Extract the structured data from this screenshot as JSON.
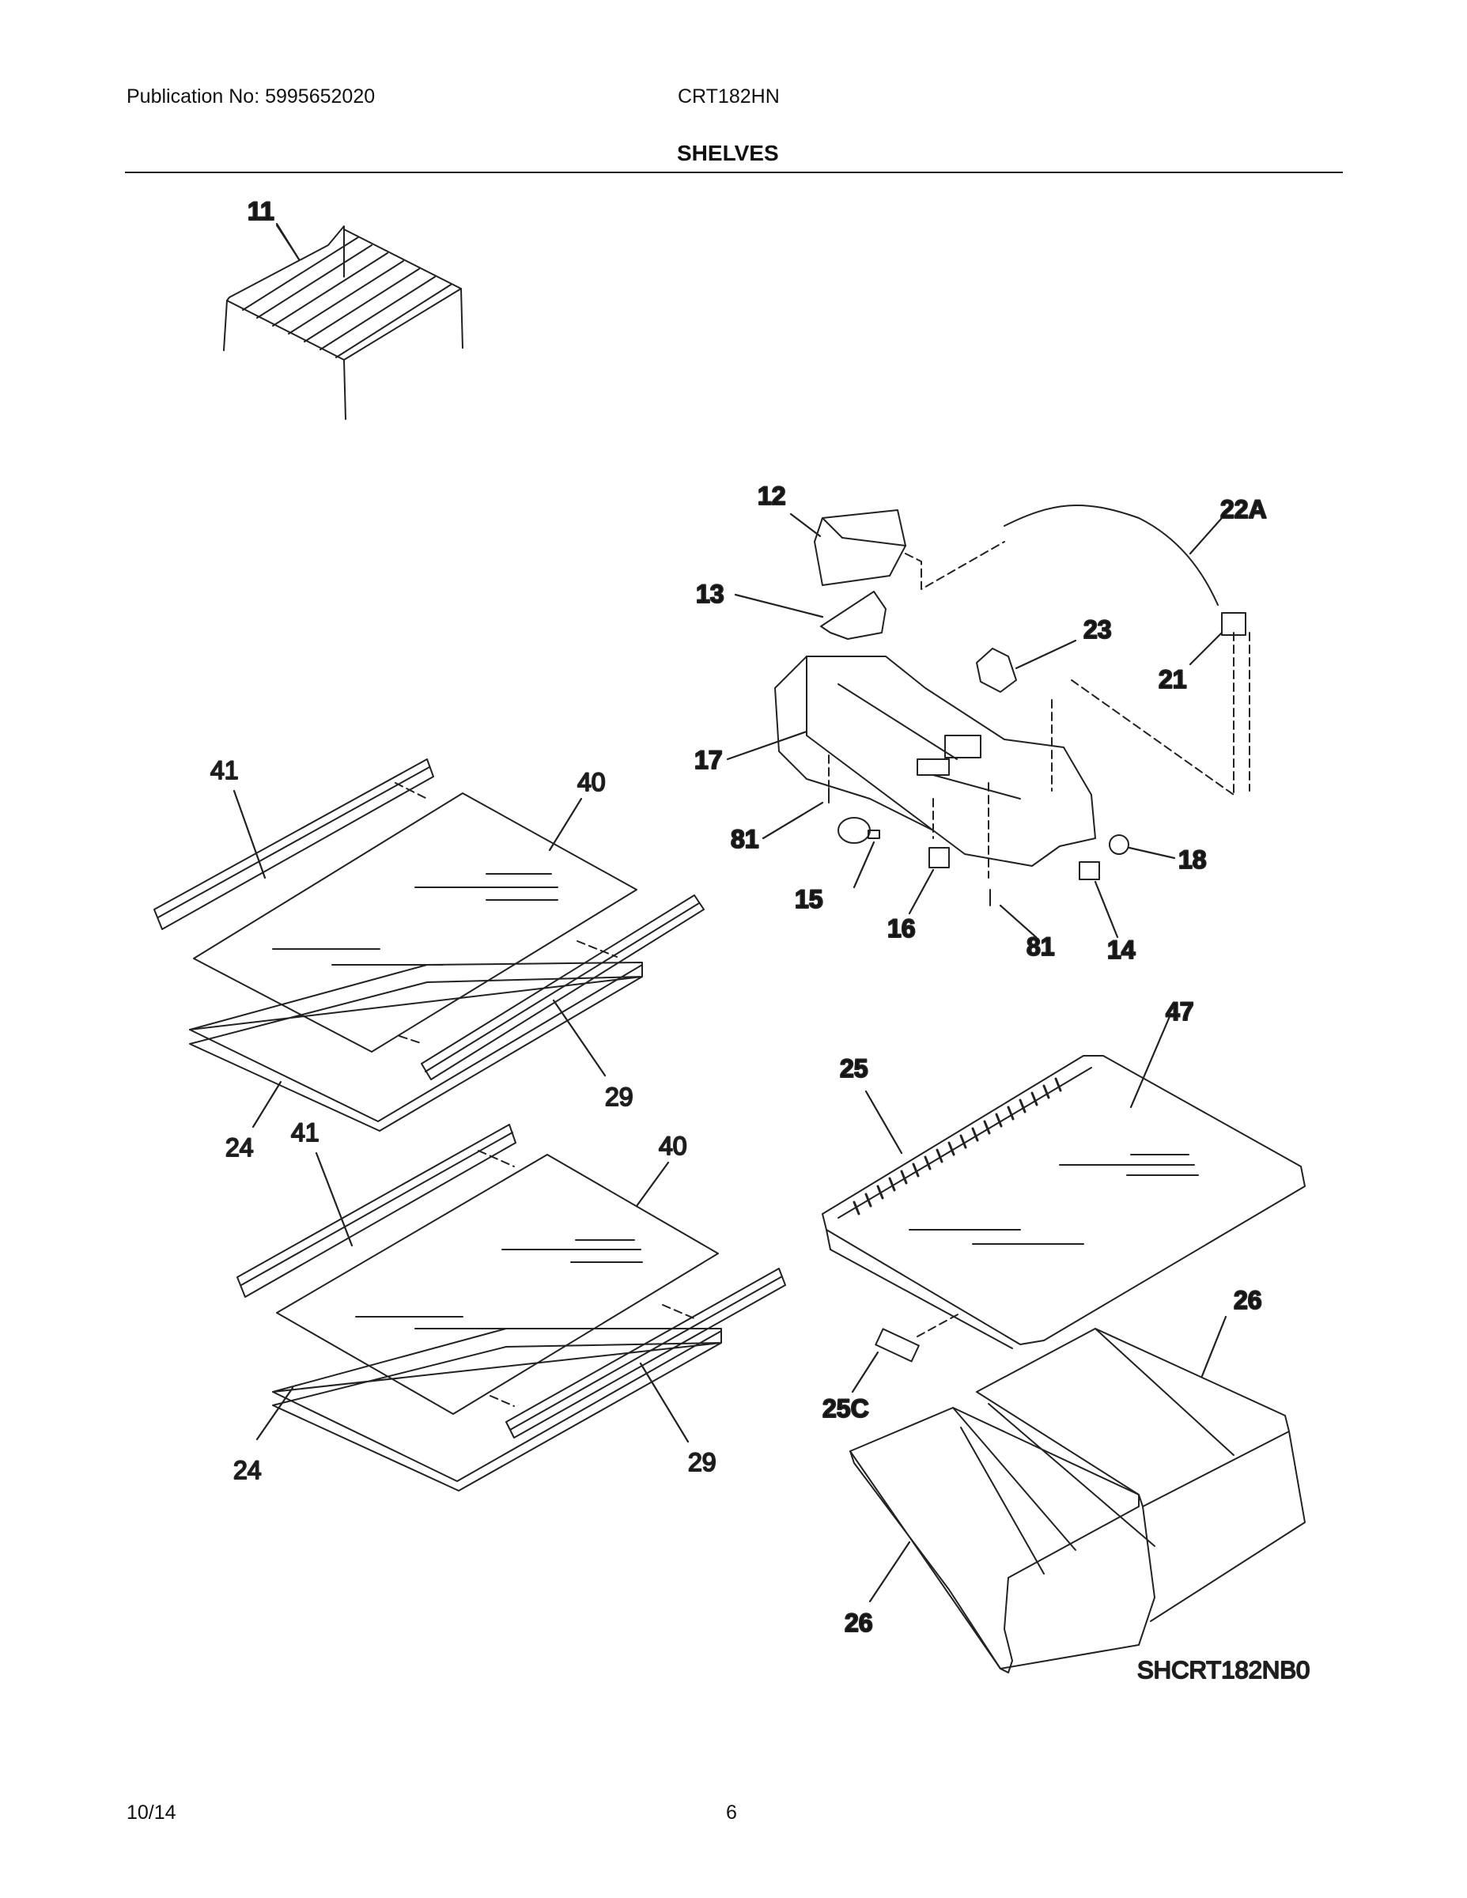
{
  "header": {
    "publication": "Publication No: 5995652020",
    "model": "CRT182HN",
    "section_title": "SHELVES"
  },
  "parts": [
    {
      "id": "p11",
      "label": "11"
    },
    {
      "id": "p12",
      "label": "12"
    },
    {
      "id": "p13",
      "label": "13"
    },
    {
      "id": "p22a",
      "label": "22A"
    },
    {
      "id": "p23",
      "label": "23"
    },
    {
      "id": "p21",
      "label": "21"
    },
    {
      "id": "p17",
      "label": "17"
    },
    {
      "id": "p81a",
      "label": "81"
    },
    {
      "id": "p81b",
      "label": "81"
    },
    {
      "id": "p15",
      "label": "15"
    },
    {
      "id": "p16",
      "label": "16"
    },
    {
      "id": "p14",
      "label": "14"
    },
    {
      "id": "p18",
      "label": "18"
    },
    {
      "id": "p41a",
      "label": "41"
    },
    {
      "id": "p40a",
      "label": "40"
    },
    {
      "id": "p29a",
      "label": "29"
    },
    {
      "id": "p24a",
      "label": "24"
    },
    {
      "id": "p41b",
      "label": "41"
    },
    {
      "id": "p40b",
      "label": "40"
    },
    {
      "id": "p29b",
      "label": "29"
    },
    {
      "id": "p24b",
      "label": "24"
    },
    {
      "id": "p47",
      "label": "47"
    },
    {
      "id": "p25",
      "label": "25"
    },
    {
      "id": "p25c",
      "label": "25C"
    },
    {
      "id": "p26a",
      "label": "26"
    },
    {
      "id": "p26b",
      "label": "26"
    }
  ],
  "diagram_code": "SHCRT182NB0",
  "footer": {
    "date": "10/14",
    "page": "6"
  }
}
